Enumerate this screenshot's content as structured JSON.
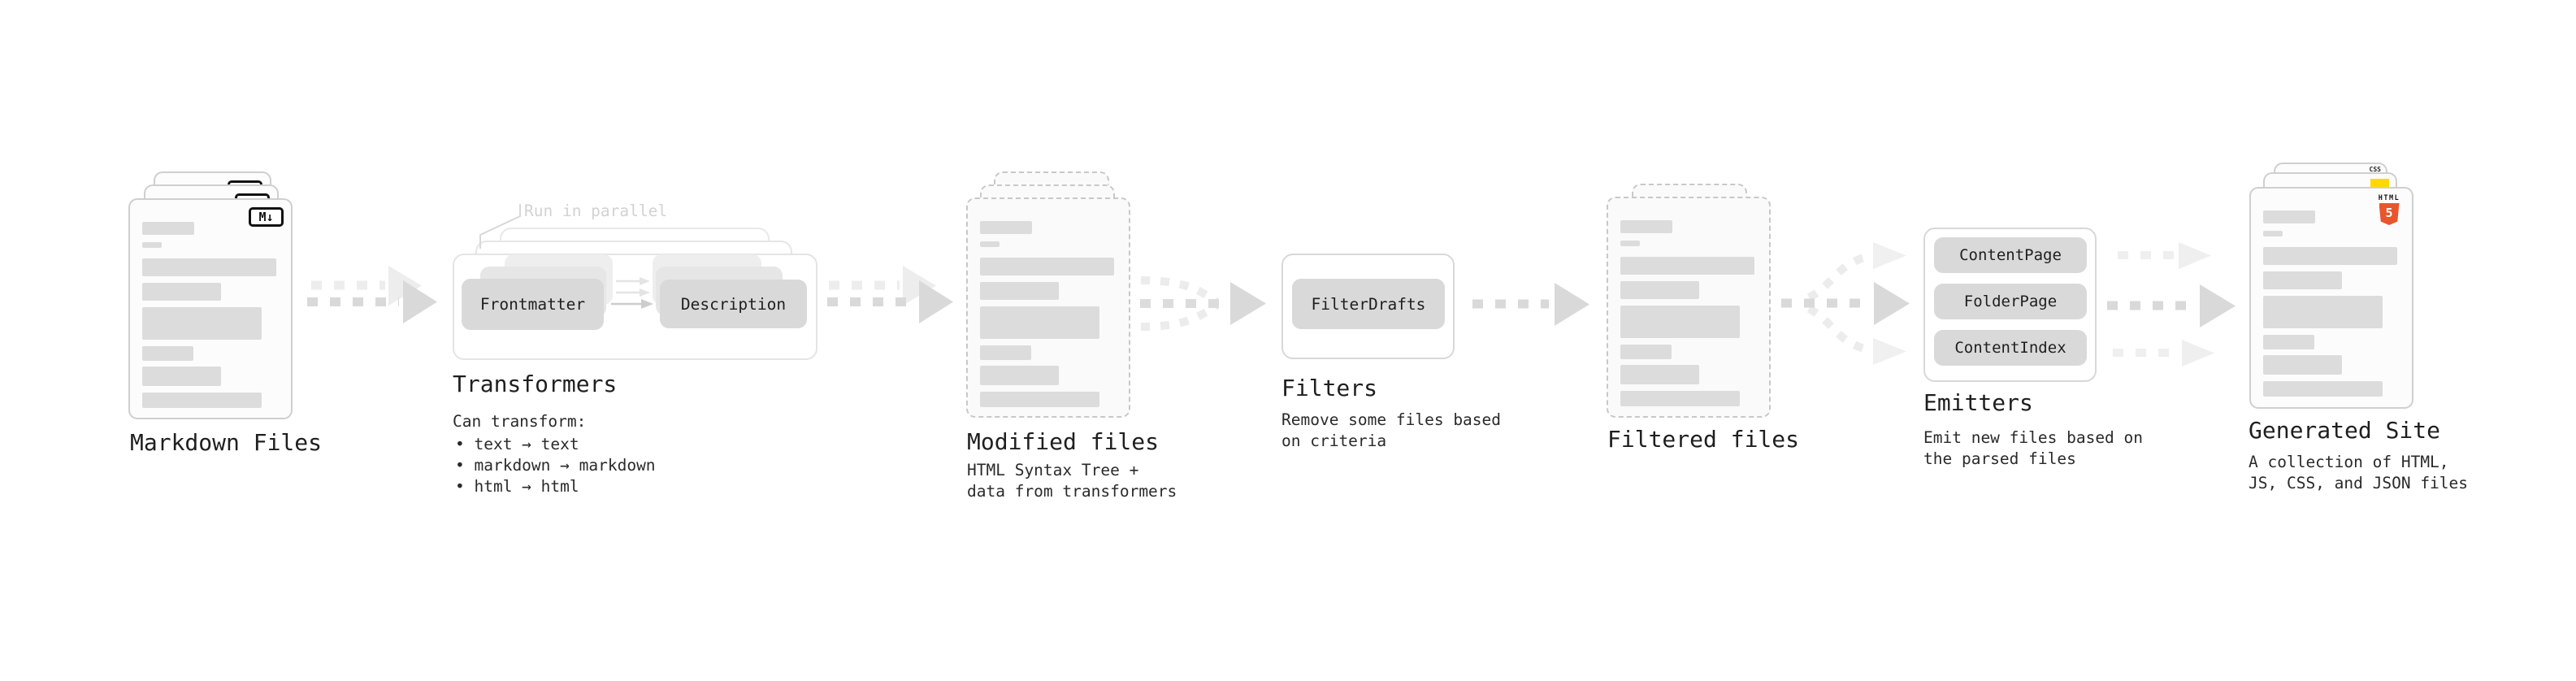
{
  "diagram": {
    "markdown_files": {
      "label": "Markdown Files",
      "badge": "M↓"
    },
    "transformers": {
      "callout": "Run in parallel",
      "pill_left": "Frontmatter",
      "pill_right": "Description",
      "label": "Transformers",
      "desc_title": "Can transform:",
      "bullets": [
        "text → text",
        "markdown → markdown",
        "html → html"
      ]
    },
    "modified_files": {
      "label": "Modified files",
      "desc": [
        "HTML Syntax Tree +",
        "data from transformers"
      ]
    },
    "filters": {
      "pill": "FilterDrafts",
      "label": "Filters",
      "desc": [
        "Remove some files based",
        "on criteria"
      ]
    },
    "filtered_files": {
      "label": "Filtered files"
    },
    "emitters": {
      "pills": [
        "ContentPage",
        "FolderPage",
        "ContentIndex"
      ],
      "label": "Emitters",
      "desc": [
        "Emit new files based on",
        "the parsed files"
      ]
    },
    "generated_site": {
      "label": "Generated Site",
      "desc": [
        "A collection of HTML,",
        "JS, CSS, and JSON files"
      ],
      "badge_html": "HTML",
      "badge_html_number": "5",
      "badge_css": "CSS"
    }
  },
  "colors": {
    "text": "#1f1f1f",
    "callout_muted": "#d2d2d2",
    "arrow": "#d9d9d9",
    "arrow_light": "#efefef",
    "pill_bg": "#d9d9d9",
    "card_border": "#cfcfcf",
    "html5_orange": "#e8562b",
    "js_yellow": "#ffd900",
    "css_blue": "#2965f1"
  }
}
